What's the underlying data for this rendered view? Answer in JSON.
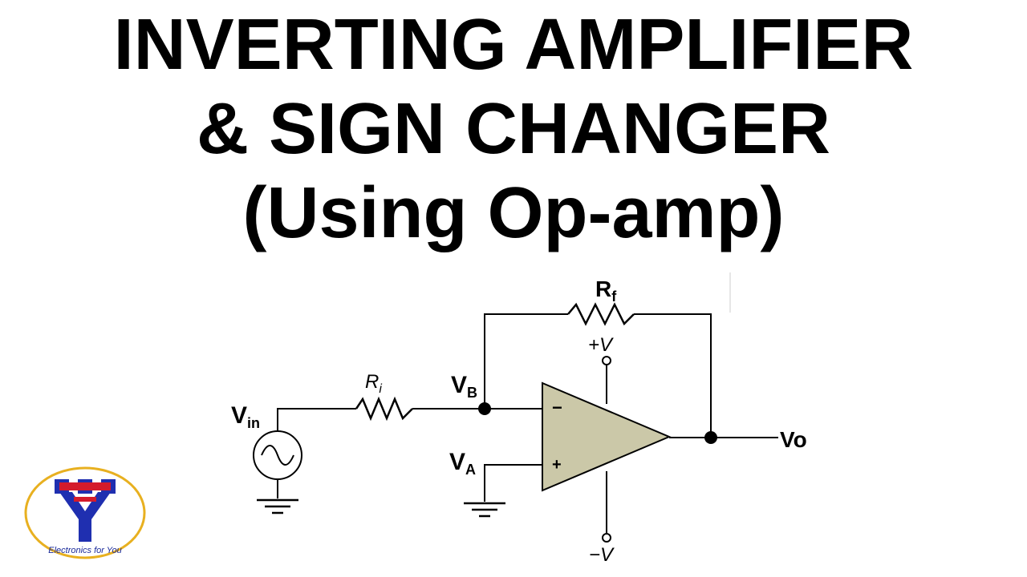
{
  "title": {
    "line1": "INVERTING AMPLIFIER",
    "line2": "& SIGN CHANGER",
    "line3": "(Using Op-amp)"
  },
  "circuit": {
    "rf_main": "R",
    "rf_sub": "f",
    "ri_main": "R",
    "ri_sub": "i",
    "vin_main": "V",
    "vin_sub": "in",
    "vb_main": "V",
    "vb_sub": "B",
    "va_main": "V",
    "va_sub": "A",
    "vo": "Vo",
    "plus_v": "+V",
    "minus_v": "−V",
    "minus_sign": "−",
    "plus_sign": "+"
  },
  "logo": {
    "text": "Electronics for You"
  },
  "colors": {
    "opamp_fill": "#cbc8a8",
    "logo_blue": "#1f2fb0",
    "logo_red": "#d41b2c",
    "logo_border": "#e8b020"
  }
}
